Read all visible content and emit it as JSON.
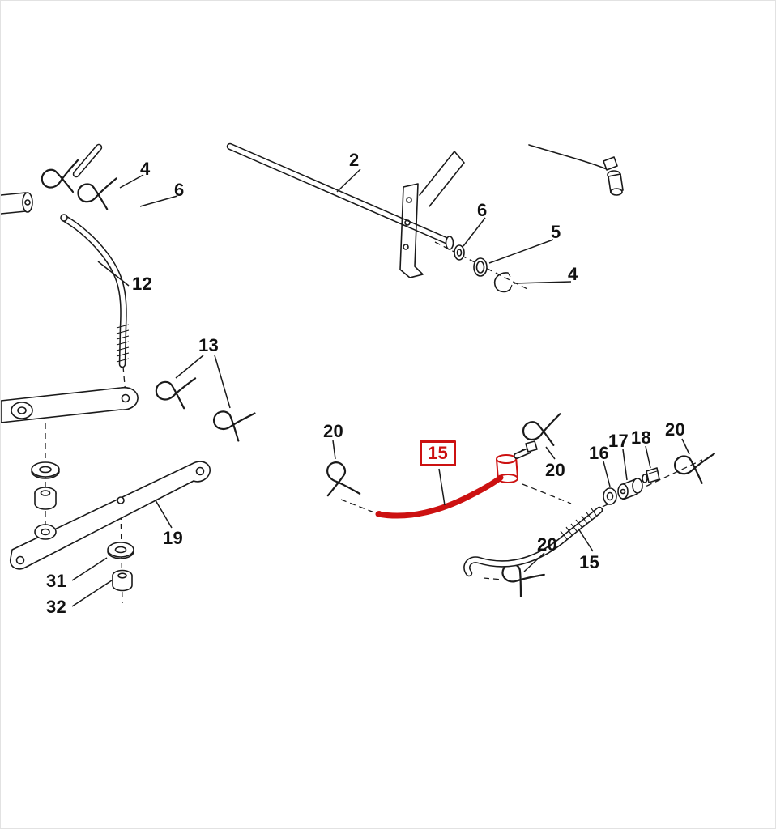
{
  "colors": {
    "line": "#1a1a1a",
    "highlight": "#cc1111",
    "paper": "#ffffff",
    "edge": "#e2e2e2"
  },
  "diagram": {
    "type": "exploded-parts-diagram",
    "callouts": [
      {
        "part": "4"
      },
      {
        "part": "6"
      },
      {
        "part": "2"
      },
      {
        "part": "6"
      },
      {
        "part": "5"
      },
      {
        "part": "4"
      },
      {
        "part": "12"
      },
      {
        "part": "13"
      },
      {
        "part": "20"
      },
      {
        "part": "15",
        "highlighted": true
      },
      {
        "part": "20"
      },
      {
        "part": "16"
      },
      {
        "part": "17"
      },
      {
        "part": "18"
      },
      {
        "part": "20"
      },
      {
        "part": "19"
      },
      {
        "part": "20"
      },
      {
        "part": "15"
      },
      {
        "part": "31"
      },
      {
        "part": "32"
      }
    ]
  }
}
